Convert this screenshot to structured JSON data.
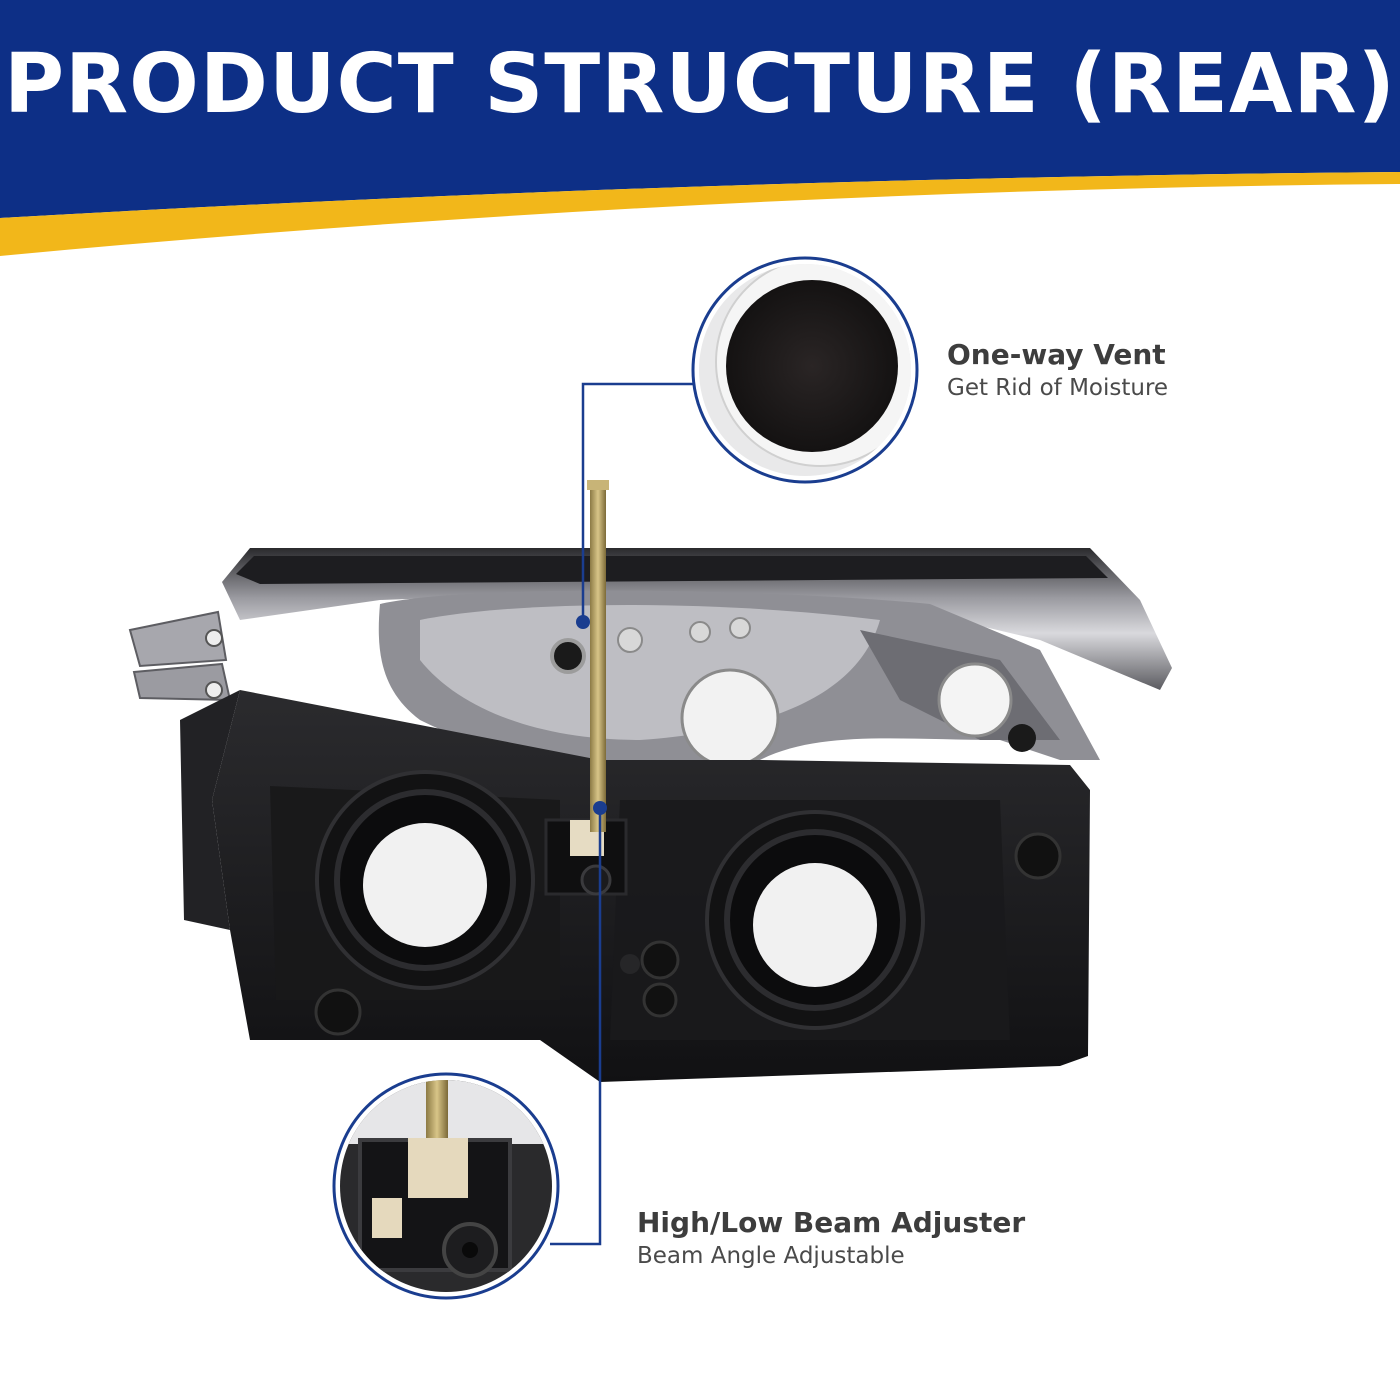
{
  "banner": {
    "title": "PRODUCT STRUCTURE (REAR)",
    "colors": {
      "navy": "#0d2f86",
      "gold": "#f2b71a"
    }
  },
  "callouts": [
    {
      "title": "One-way Vent",
      "subtitle": "Get Rid of Moisture",
      "icon": "vent-membrane"
    },
    {
      "title": "High/Low Beam Adjuster",
      "subtitle": "Beam Angle Adjustable",
      "icon": "beam-adjuster"
    }
  ],
  "colors": {
    "leader": "#1a3d8f",
    "text": "#3d3d3d",
    "housing": "#1c1c1e"
  }
}
